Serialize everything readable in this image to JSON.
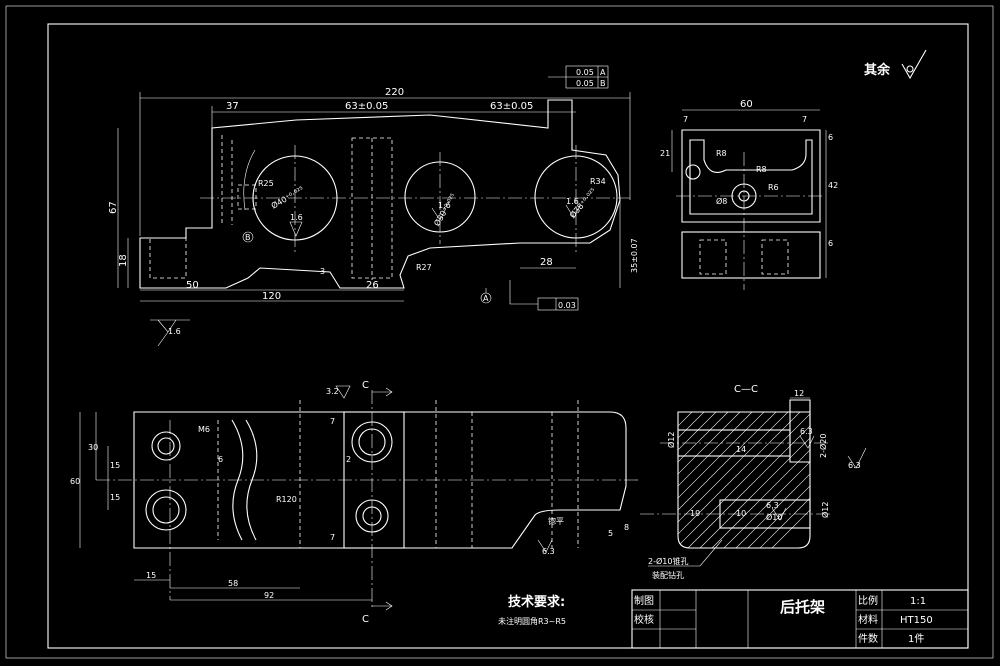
{
  "drawing": {
    "roughness_other": "其余",
    "tech_title": "技术要求:",
    "tech_note": "未注明圆角R3~R5",
    "section_label": "C—C",
    "section_mark": "C",
    "datum_a": "A",
    "datum_b": "B",
    "tol_frame_top": [
      "0.05",
      "0.05"
    ],
    "flatness_value": "0.03",
    "hole_note_1": "2-Ø10锥孔",
    "hole_note_2": "装配钻孔",
    "roughness_values": [
      "1.6",
      "1.6",
      "1.6",
      "1.6",
      "3.2",
      "6.3",
      "6.3",
      "6.3",
      "6.3"
    ],
    "front_dims": {
      "overall": "220",
      "d37": "37",
      "d63a": "63±0.05",
      "d63b": "63±0.05",
      "height": "67",
      "d18": "18",
      "d50": "50",
      "d120": "120",
      "d26": "26",
      "d28": "28",
      "d35": "35±0.07",
      "d3": "3",
      "r27": "R27",
      "r25": "R25",
      "r34": "R34",
      "hole1": "Ø40⁺⁰·⁰²⁵",
      "hole2": "Ø30⁺⁰·⁰²⁵",
      "hole3": "Ø38⁺⁰·⁰²⁵"
    },
    "side_dims": {
      "width": "60",
      "d7a": "7",
      "d7b": "7",
      "d21": "21",
      "d6a": "6",
      "d42": "42",
      "d6b": "6",
      "r8a": "R8",
      "r8b": "R8",
      "r6": "R6",
      "phi8": "Ø8"
    },
    "plan_dims": {
      "d30": "30",
      "d15a": "15",
      "d15b": "15",
      "d60": "60",
      "m6": "M6",
      "d6": "6",
      "r120": "R120",
      "d7a": "7",
      "d7b": "7",
      "d2": "2",
      "d8": "8",
      "d5": "5",
      "d15c": "15",
      "d58": "58",
      "d92": "92",
      "chamfer": "锪平"
    },
    "section_dims": {
      "d12": "12",
      "phi12a": "Ø12",
      "phi20": "2-Ø20",
      "phi12b": "Ø12",
      "d14": "14",
      "d19": "19",
      "d10": "10",
      "phi10": "Ø10"
    }
  },
  "title_block": {
    "draw_label": "制图",
    "check_label": "校核",
    "part_name": "后托架",
    "scale_label": "比例",
    "scale_value": "1:1",
    "material_label": "材料",
    "material_value": "HT150",
    "qty_label": "件数",
    "qty_value": "1件"
  }
}
